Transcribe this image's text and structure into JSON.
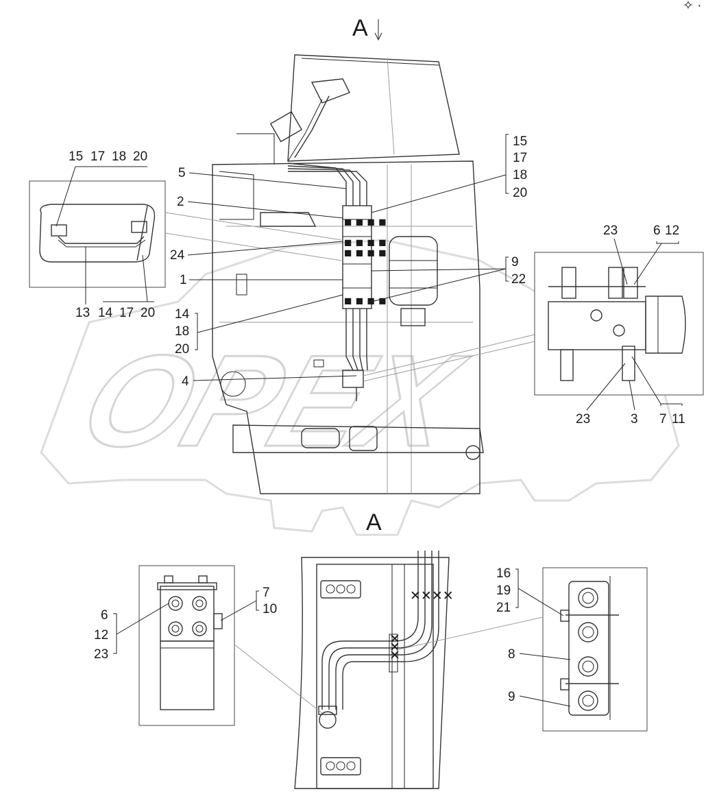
{
  "views": {
    "top_arrow": "A",
    "bottom_title": "A"
  },
  "watermark": {
    "text": "OPEX",
    "color": "#d9d9d9"
  },
  "labels": {
    "detail1_top": [
      "15",
      "17",
      "18",
      "20"
    ],
    "detail1_bottom_left": "13",
    "detail1_bottom_group": [
      "14",
      "17",
      "20"
    ],
    "right_group_top": [
      "15",
      "17",
      "18",
      "20"
    ],
    "n5": "5",
    "n2": "2",
    "n24": "24",
    "n1": "1",
    "left_group": [
      "14",
      "18",
      "20"
    ],
    "n4": "4",
    "group_9_22": [
      "9",
      "22"
    ],
    "n23a": "23",
    "group_6_12": [
      "6",
      "12"
    ],
    "n23b": "23",
    "n3": "3",
    "group_7_11": [
      "7",
      "11"
    ],
    "group_7_10": [
      "7",
      "10"
    ],
    "group_6_12_23": [
      "6",
      "12",
      "23"
    ],
    "group_16_19_21": [
      "16",
      "19",
      "21"
    ],
    "n8": "8",
    "n9": "9"
  },
  "colors": {
    "line": "#222222",
    "watermark": "#d9d9d9"
  }
}
